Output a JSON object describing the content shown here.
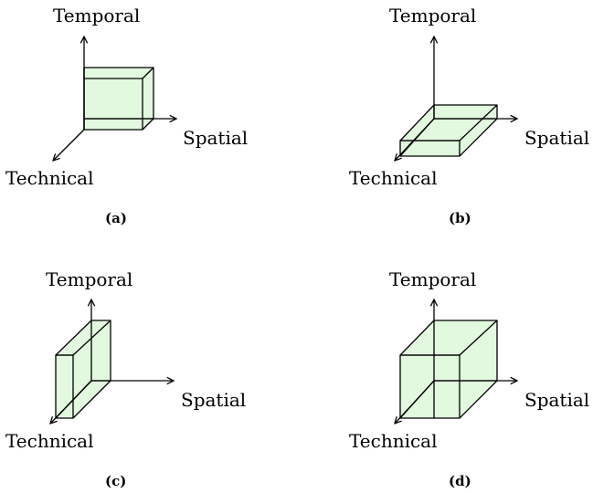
{
  "axes": {
    "temporal": "Temporal",
    "spatial": "Spatial",
    "technical": "Technical"
  },
  "panels": [
    {
      "label": "(a)"
    },
    {
      "label": "(b)"
    },
    {
      "label": "(c)"
    },
    {
      "label": "(d)"
    }
  ],
  "colors": {
    "cube_fill": "#e2f8df",
    "line": "#000000"
  }
}
